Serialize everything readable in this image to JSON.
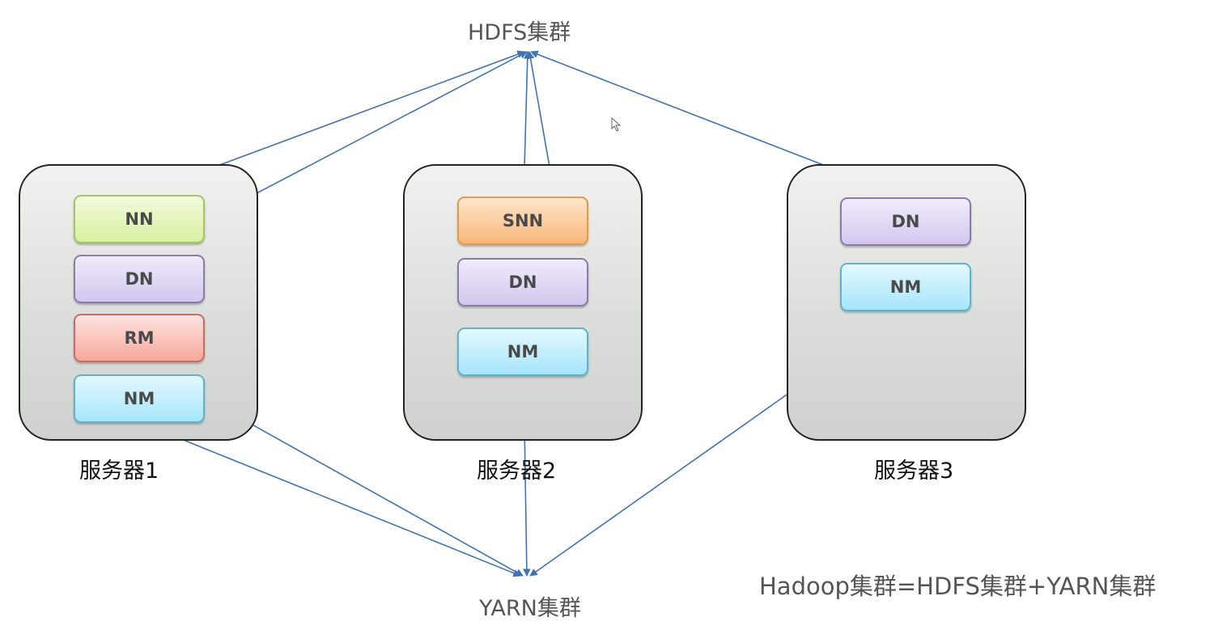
{
  "clusters": {
    "hdfs": "HDFS集群",
    "yarn": "YARN集群"
  },
  "formula": "Hadoop集群=HDFS集群+YARN集群",
  "servers": [
    {
      "label": "服务器1",
      "nodes": [
        "NN",
        "DN",
        "RM",
        "NM"
      ]
    },
    {
      "label": "服务器2",
      "nodes": [
        "SNN",
        "DN",
        "NM"
      ]
    },
    {
      "label": "服务器3",
      "nodes": [
        "DN",
        "NM"
      ]
    }
  ],
  "colors": {
    "arrow": "#3f73b4",
    "NN": "#d9f09f",
    "DN": "#d3c7ee",
    "RM": "#f7a79c",
    "NM": "#a6e6fb",
    "SNN": "#f9b778"
  },
  "connections": {
    "to_hdfs": [
      "server1.NN",
      "server1.DN",
      "server2.SNN",
      "server2.DN",
      "server3.DN"
    ],
    "to_yarn": [
      "server1.RM",
      "server1.NM",
      "server2.NM",
      "server3.NM"
    ]
  },
  "cursor": "mouse-pointer"
}
